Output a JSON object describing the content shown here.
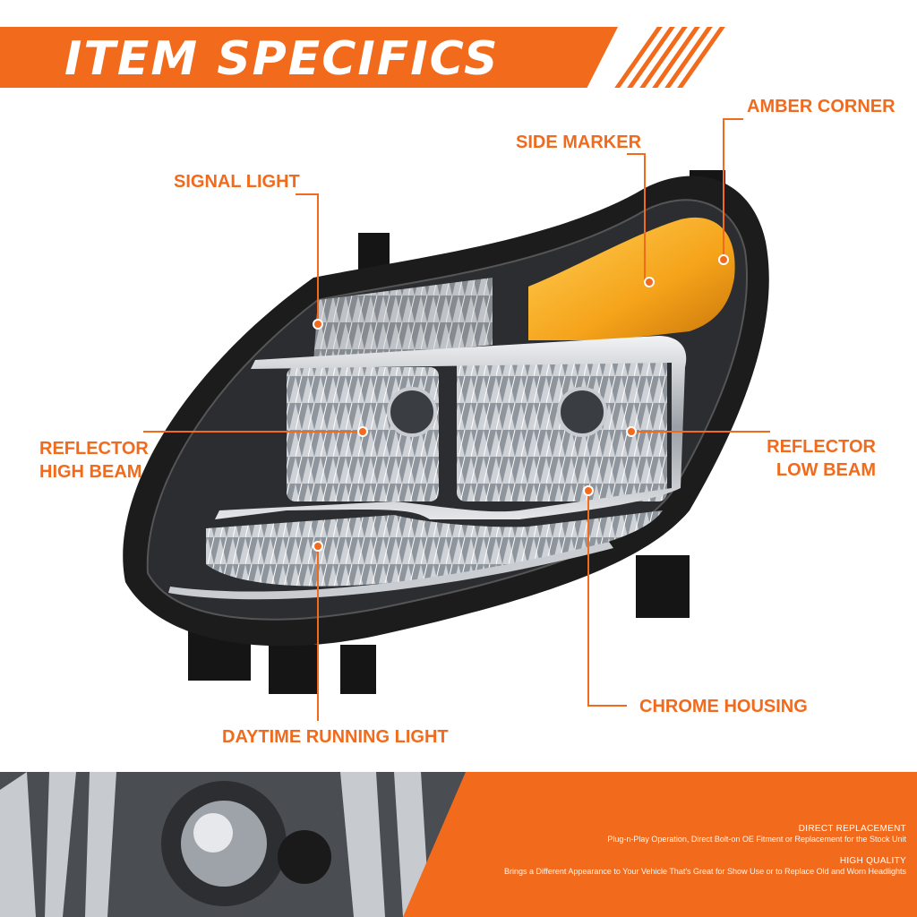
{
  "header": {
    "title": "ITEM SPECIFICS"
  },
  "callouts": {
    "amber_corner": "AMBER CORNER",
    "side_marker": "SIDE MARKER",
    "signal_light": "SIGNAL LIGHT",
    "reflector_high_beam": [
      "REFLECTOR",
      "HIGH BEAM"
    ],
    "reflector_low_beam": [
      "REFLECTOR",
      "LOW BEAM"
    ],
    "chrome_housing": "CHROME HOUSING",
    "daytime_running_light": "DAYTIME RUNNING LIGHT"
  },
  "features": [
    {
      "heading": "DIRECT REPLACEMENT",
      "detail": "Plug-n-Play Operation, Direct Bolt-on OE Fitment or Replacement for the Stock Unit"
    },
    {
      "heading": "HIGH QUALITY",
      "detail": "Brings a Different Appearance to Your Vehicle That's Great for Show Use or to Replace Old and Worn Headlights"
    }
  ],
  "colors": {
    "accent": "#f26a1b",
    "amber": "#f5a31a",
    "housing": "#1c1c1c",
    "chrome": "#c9ccd0"
  }
}
